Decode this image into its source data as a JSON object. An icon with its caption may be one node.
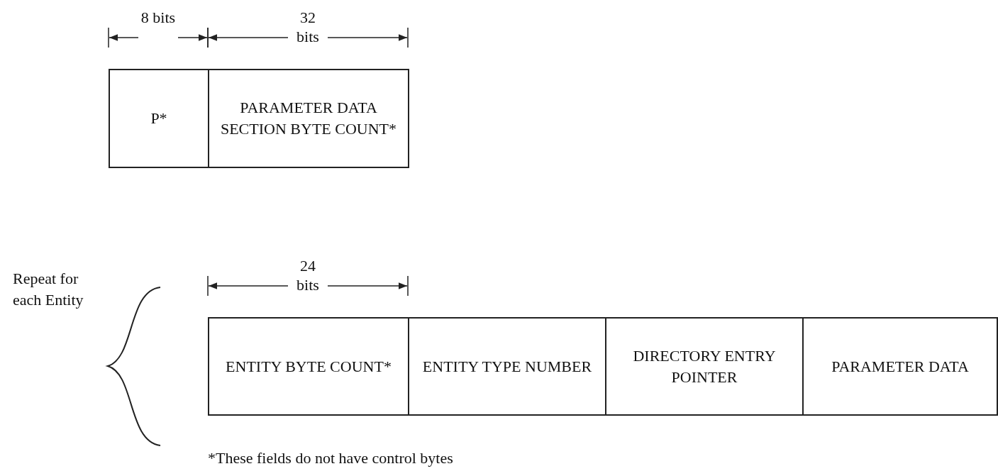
{
  "diagram": {
    "nodes": [
      {
        "text": [
          "P*"
        ]
      },
      {
        "text": [
          "PARAMETER DATA SECTION BYTE COUNT*"
        ]
      },
      {
        "text": [
          "ENTITY BYTE COUNT*"
        ]
      },
      {
        "text": [
          "ENTITY TYPE NUMBER"
        ]
      },
      {
        "text": [
          "DIRECTORY ENTRY POINTER"
        ]
      },
      {
        "text": [
          "PARAMETER DATA"
        ]
      }
    ],
    "edges": [],
    "labels": [
      "8 bits",
      "32 bits",
      "24 bits",
      "Repeat for each Entity",
      "*These fields do not have control bytes"
    ]
  }
}
